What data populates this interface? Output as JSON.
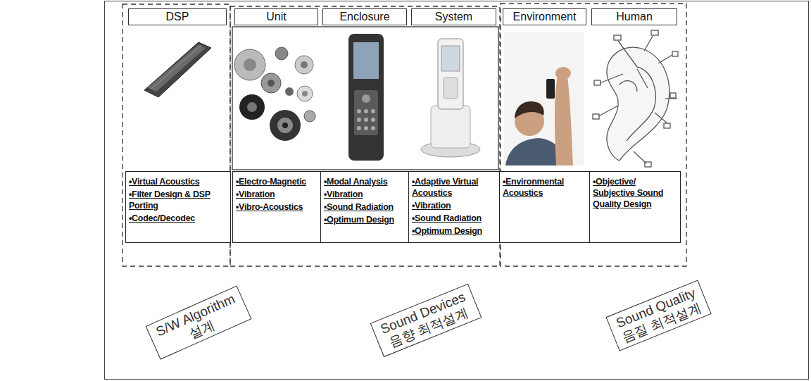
{
  "diagram": {
    "nodes": [
      {
        "text": [
          "DSP"
        ]
      },
      {
        "text": [
          "Unit"
        ]
      },
      {
        "text": [
          "Enclosure"
        ]
      },
      {
        "text": [
          "System"
        ]
      },
      {
        "text": [
          "Environment"
        ]
      },
      {
        "text": [
          "Human"
        ]
      },
      {
        "text": [
          "•Virtual Acoustics",
          "•Filter Design & DSP Porting",
          "•Codec/Decodec"
        ]
      },
      {
        "text": [
          "•Electro-Magnetic",
          "•Vibration",
          "•Vibro-Acoustics"
        ]
      },
      {
        "text": [
          "•Modal Analysis",
          "•Vibration",
          "•Sound Radiation",
          "•Optimum Design"
        ]
      },
      {
        "text": [
          "•Adaptive Virtual Acoustics",
          "•Vibration",
          "•Sound Radiation",
          "•Optimum Design"
        ]
      },
      {
        "text": [
          "•Environmental Acoustics"
        ]
      },
      {
        "text": [
          "•Objective/ Subjective Sound Quality Design"
        ]
      },
      {
        "text": [
          "S/W Algorithm",
          "설계"
        ]
      },
      {
        "text": [
          "Sound Devices",
          "음향 최적설계"
        ]
      },
      {
        "text": [
          "Sound Quality",
          "음질 최적설계"
        ]
      }
    ]
  }
}
